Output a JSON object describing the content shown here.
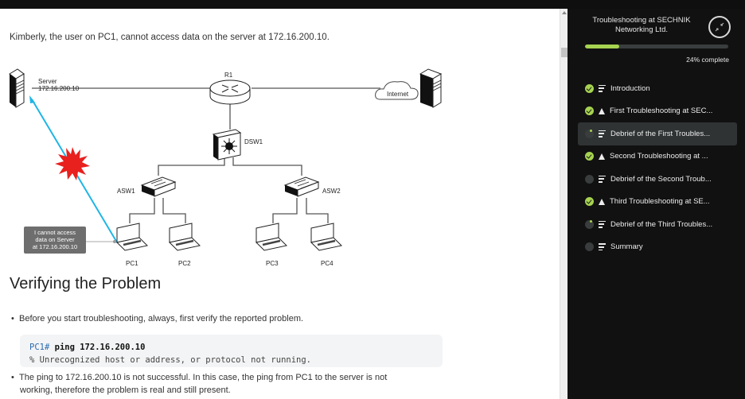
{
  "content": {
    "intro": "Kimberly, the user on PC1, cannot access data on the server at 172.16.200.10.",
    "diagram": {
      "server_label": "Server",
      "server_ip": "172.16.200.10",
      "router": "R1",
      "distribution_switch": "DSW1",
      "internet": "Internet",
      "access_switch_1": "ASW1",
      "access_switch_2": "ASW2",
      "pcs": [
        "PC1",
        "PC2",
        "PC3",
        "PC4"
      ],
      "callout": [
        "I cannot access",
        "data on Server",
        "at 172.16.200.10"
      ],
      "colors": {
        "failed_path": "#1fb5e6",
        "error_burst": "#e8201e",
        "callout_bg": "#6e6e6e"
      }
    },
    "section_title": "Verifying the Problem",
    "bullet_1": "Before you start troubleshooting, always, first verify the reported problem.",
    "code": {
      "prompt": "PC1#",
      "command": "ping 172.16.200.10",
      "output": "% Unrecognized host or address, or protocol not running."
    },
    "bullet_2_line1": "The ping to 172.16.200.10 is not successful. In this case, the ping from PC1 to the server is not",
    "bullet_2_line2": "working, therefore the problem is real and still present."
  },
  "sidebar": {
    "course_title": "Troubleshooting at SECHNIK Networking Ltd.",
    "collapse_icon": "collapse-arrows-icon",
    "progress_percent": 24,
    "progress_text": "24% complete",
    "accent_color": "#a6d350",
    "items": [
      {
        "label": "Introduction",
        "status": "done",
        "type": "text"
      },
      {
        "label": "First Troubleshooting at SEC...",
        "status": "done",
        "type": "lab"
      },
      {
        "label": "Debrief of the First Troubles...",
        "status": "partial",
        "type": "text",
        "active": true
      },
      {
        "label": "Second Troubleshooting at ...",
        "status": "done",
        "type": "lab"
      },
      {
        "label": "Debrief of the Second Troub...",
        "status": "empty",
        "type": "text"
      },
      {
        "label": "Third Troubleshooting at SE...",
        "status": "done",
        "type": "lab"
      },
      {
        "label": "Debrief of the Third Troubles...",
        "status": "partial",
        "type": "text"
      },
      {
        "label": "Summary",
        "status": "empty",
        "type": "text"
      }
    ]
  }
}
